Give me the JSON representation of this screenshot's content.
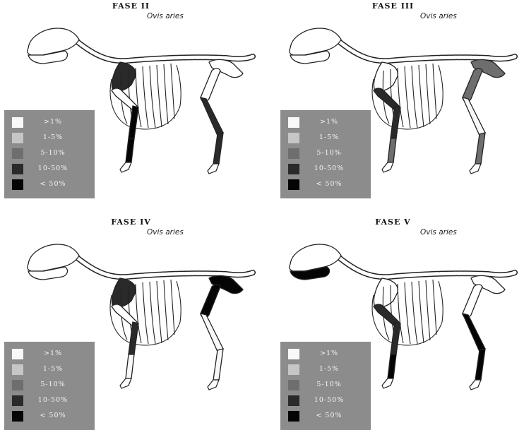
{
  "legend": {
    "items": [
      {
        "label": ">1%",
        "color": "#f8f8f8"
      },
      {
        "label": "1-5%",
        "color": "#c6c6c6"
      },
      {
        "label": "5-10%",
        "color": "#6e6e6e"
      },
      {
        "label": "10-50%",
        "color": "#2a2a2a"
      },
      {
        "label": "< 50%",
        "color": "#050505"
      }
    ]
  },
  "panels": [
    {
      "title": "FASE II",
      "species": "Ovis aries",
      "shading": {
        "skull": "#ffffff",
        "jaw": "#ffffff",
        "scapula": "#2a2a2a",
        "humerus": "#ffffff",
        "radius": "#050505",
        "metacarpal": "#050505",
        "pelvis": "#ffffff",
        "femur": "#ffffff",
        "tibia": "#2a2a2a",
        "metatarsal": "#2a2a2a"
      }
    },
    {
      "title": "FASE III",
      "species": "Ovis aries",
      "shading": {
        "skull": "#ffffff",
        "jaw": "#ffffff",
        "scapula": "#ffffff",
        "humerus": "#2a2a2a",
        "radius": "#2a2a2a",
        "metacarpal": "#6e6e6e",
        "pelvis": "#6e6e6e",
        "femur": "#6e6e6e",
        "tibia": "#f8f8f8",
        "metatarsal": "#6e6e6e"
      }
    },
    {
      "title": "FASE IV",
      "species": "Ovis aries",
      "shading": {
        "skull": "#ffffff",
        "jaw": "#ffffff",
        "scapula": "#2a2a2a",
        "humerus": "#ffffff",
        "radius": "#2a2a2a",
        "metacarpal": "#f8f8f8",
        "pelvis": "#050505",
        "femur": "#050505",
        "tibia": "#f8f8f8",
        "metatarsal": "#f8f8f8"
      }
    },
    {
      "title": "FASE V",
      "species": "Ovis aries",
      "shading": {
        "skull": "#ffffff",
        "jaw": "#050505",
        "scapula": "#ffffff",
        "humerus": "#2a2a2a",
        "radius": "#2a2a2a",
        "metacarpal": "#050505",
        "pelvis": "#ffffff",
        "femur": "#ffffff",
        "tibia": "#050505",
        "metatarsal": "#050505"
      }
    }
  ]
}
